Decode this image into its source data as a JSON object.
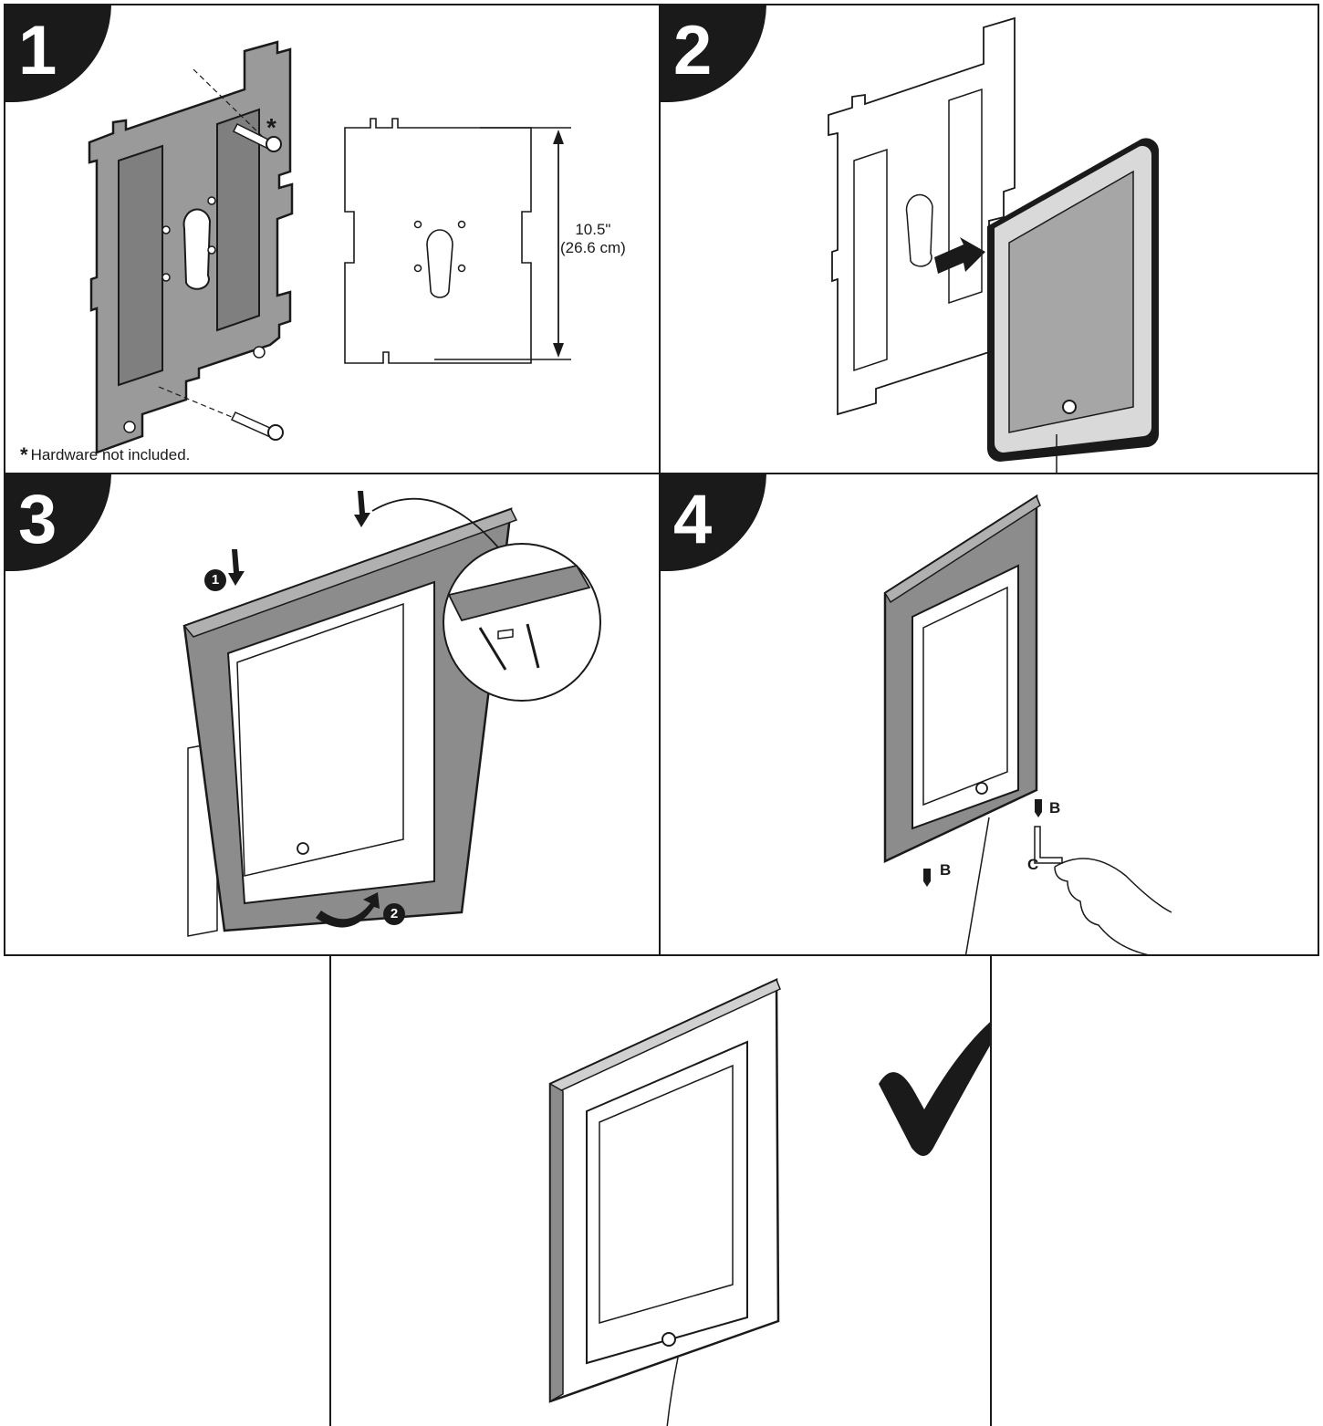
{
  "steps": [
    {
      "number": "1"
    },
    {
      "number": "2"
    },
    {
      "number": "3"
    },
    {
      "number": "4"
    }
  ],
  "step1": {
    "hardware_note_symbol": "*",
    "hardware_note": "Hardware not included.",
    "dimension_inches": "10.5\"",
    "dimension_cm": "(26.6 cm)"
  },
  "step3": {
    "callout_1": "1",
    "callout_2": "2"
  },
  "step4": {
    "label_b_left": "B",
    "label_b_right": "B",
    "label_c": "C"
  },
  "final": {
    "checkmark_icon": "checkmark-icon"
  },
  "colors": {
    "ink": "#1a1a1a",
    "plate_gray": "#9a9a9a",
    "frame_gray": "#8c8c8c",
    "screen_gray": "#a6a6a6"
  }
}
